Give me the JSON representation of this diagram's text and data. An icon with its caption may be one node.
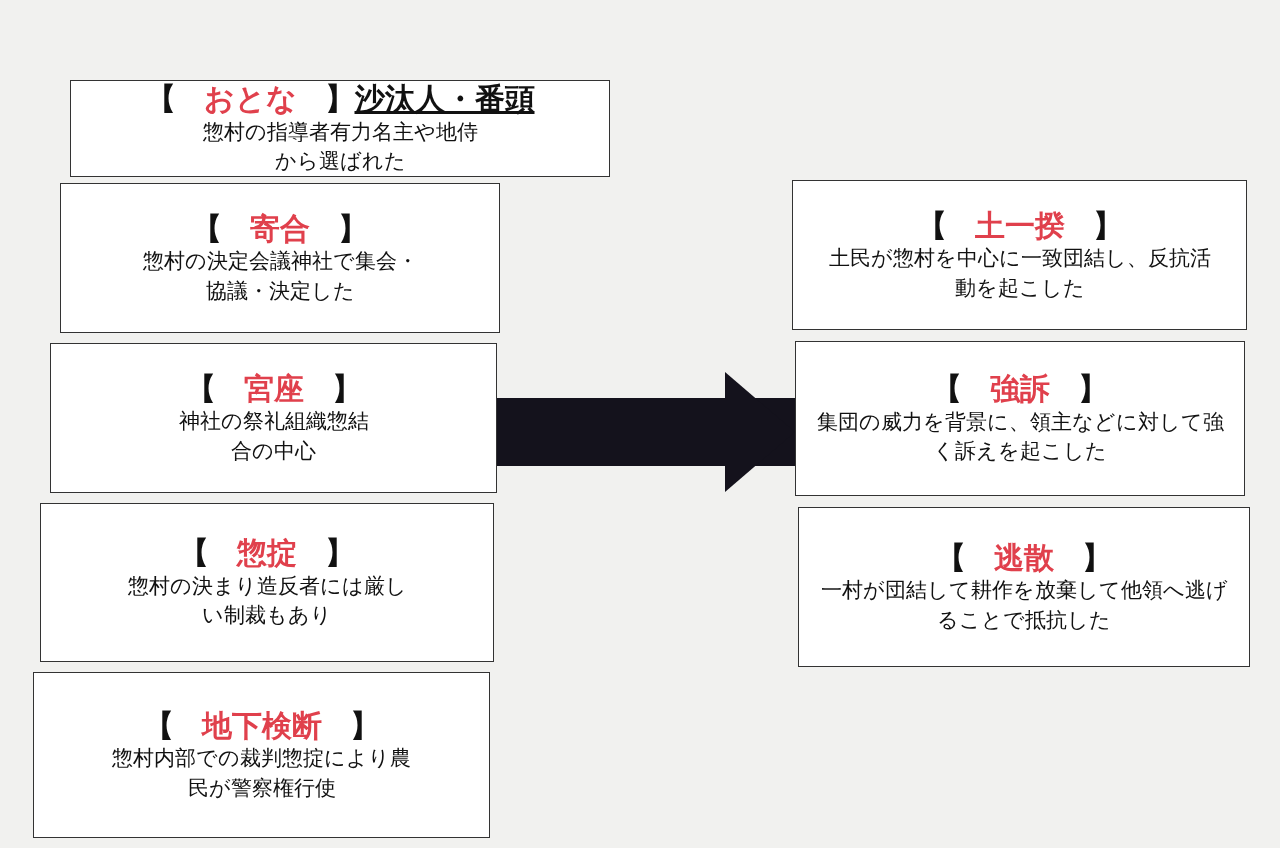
{
  "diagram": {
    "nodes": [
      {
        "text": [
          "【**おとな**】*沙汰人・番頭*",
          "惣村の指導者有力名主や地侍から選ばれた"
        ]
      },
      {
        "text": [
          "【**寄合**】",
          "惣村の決定会議神社で集会・協議・決定した"
        ]
      },
      {
        "text": [
          "【**宮座**】",
          "神社の祭礼組織惣結合の中心"
        ]
      },
      {
        "text": [
          "【**惣掟**】",
          "惣村の決まり造反者には厳しい制裁もあり"
        ]
      },
      {
        "text": [
          "【**地下検断**】",
          "惣村内部での裁判惣掟により農民が警察権行使"
        ]
      },
      {
        "text": [
          "【**土一揆**】",
          "土民が惣村を中心に一致団結し、反抗活動を起こした"
        ]
      },
      {
        "text": [
          "【**強訴**】",
          "集団の威力を背景に、領主などに対して強く訴えを起こした"
        ]
      },
      {
        "text": [
          "【**逃散**】",
          "一村が団結して耕作を放棄して他領へ逃げることで抵抗した"
        ]
      }
    ],
    "edges": [
      {
        "from": 2,
        "to": 6,
        "arrow": "to"
      }
    ]
  }
}
